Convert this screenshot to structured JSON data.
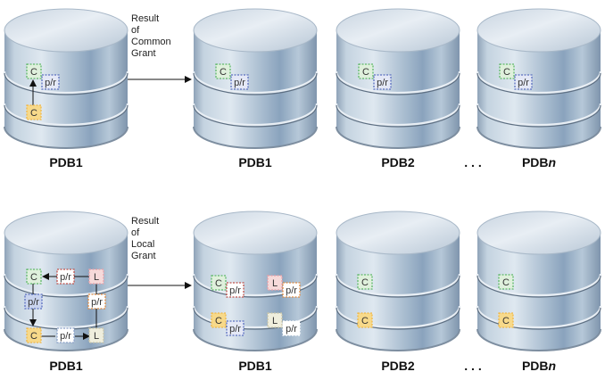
{
  "diagram": {
    "rows": [
      {
        "id": "common",
        "arrow_label": [
          "Result",
          "of",
          "Common",
          "Grant"
        ],
        "source": {
          "label": "PDB1",
          "boxes": [
            {
              "id": "c-common",
              "text": "C",
              "kind": "common-user"
            },
            {
              "id": "pr-common",
              "text": "p/r",
              "kind": "common-privilege"
            },
            {
              "id": "c-granter",
              "text": "C",
              "kind": "common-user-granter"
            }
          ]
        },
        "results": [
          {
            "label": "PDB1",
            "boxes": [
              {
                "text": "C"
              },
              {
                "text": "p/r"
              }
            ]
          },
          {
            "label": "PDB2",
            "boxes": [
              {
                "text": "C"
              },
              {
                "text": "p/r"
              }
            ]
          },
          {
            "label_prefix": "PDB",
            "label_suffix": "n",
            "boxes": [
              {
                "text": "C"
              },
              {
                "text": "p/r"
              }
            ]
          }
        ],
        "ellipsis": ". . ."
      },
      {
        "id": "local",
        "arrow_label": [
          "Result",
          "of",
          "Local",
          "Grant"
        ],
        "source": {
          "label": "PDB1",
          "boxes": [
            {
              "text": "C"
            },
            {
              "text": "p/r"
            },
            {
              "text": "L"
            },
            {
              "text": "p/r"
            },
            {
              "text": "p/r"
            },
            {
              "text": "C"
            },
            {
              "text": "p/r"
            },
            {
              "text": "L"
            }
          ]
        },
        "results": [
          {
            "label": "PDB1",
            "boxes": [
              {
                "text": "C"
              },
              {
                "text": "p/r"
              },
              {
                "text": "L"
              },
              {
                "text": "p/r"
              },
              {
                "text": "C"
              },
              {
                "text": "p/r"
              },
              {
                "text": "L"
              },
              {
                "text": "p/r"
              }
            ]
          },
          {
            "label": "PDB2",
            "boxes": [
              {
                "text": "C"
              },
              {
                "text": "C"
              }
            ]
          },
          {
            "label_prefix": "PDB",
            "label_suffix": "n",
            "boxes": [
              {
                "text": "C"
              },
              {
                "text": "C"
              }
            ]
          }
        ],
        "ellipsis": ". . ."
      }
    ],
    "colors": {
      "common_user_green": "#5fb86a",
      "common_user_orange": "#f0b84a",
      "local_user_pink": "#e8a0a8",
      "local_user_beige": "#e8e4d0",
      "privilege_blue": "#5a6fc0",
      "privilege_red": "#c0504a",
      "privilege_orange": "#e08a40"
    }
  }
}
